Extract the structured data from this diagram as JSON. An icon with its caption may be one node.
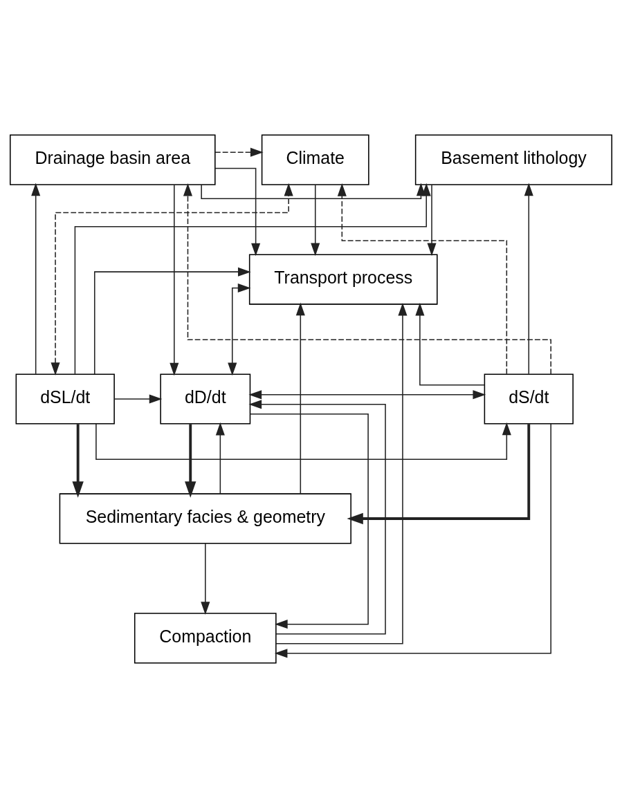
{
  "diagram": {
    "nodes": [
      {
        "text": [
          "Climate"
        ]
      },
      {
        "text": [
          "Basement lithology"
        ]
      },
      {
        "text": [
          "Drainage basin area"
        ]
      },
      {
        "text": [
          "Transport process"
        ]
      },
      {
        "text": [
          "dD/dt"
        ]
      },
      {
        "text": [
          "dS/dt"
        ]
      },
      {
        "text": [
          "dSL/dt"
        ]
      },
      {
        "text": [
          "Sedimentary facies & geometry"
        ]
      },
      {
        "text": [
          "Compaction"
        ]
      }
    ],
    "edges": [
      {
        "from": 6,
        "to": 0,
        "arrow": "both",
        "style": "dashed"
      },
      {
        "from": 2,
        "to": 0,
        "arrow": "to",
        "style": "dashed"
      },
      {
        "from": 2,
        "to": 1,
        "arrow": "to"
      },
      {
        "from": 0,
        "to": 3,
        "arrow": "to"
      },
      {
        "from": 1,
        "to": 3,
        "arrow": "to"
      },
      {
        "from": 5,
        "to": 0,
        "arrow": "to",
        "style": "dashed"
      },
      {
        "from": 2,
        "to": 3,
        "arrow": "to"
      },
      {
        "from": 6,
        "to": 3,
        "arrow": "to"
      },
      {
        "from": 3,
        "to": 4,
        "arrow": "both"
      },
      {
        "from": 5,
        "to": 3,
        "arrow": "to"
      },
      {
        "from": 5,
        "to": 1,
        "arrow": "to"
      },
      {
        "from": 6,
        "to": 1,
        "arrow": "to"
      },
      {
        "from": 5,
        "to": 2,
        "arrow": "to",
        "style": "dashed"
      },
      {
        "from": 6,
        "to": 2,
        "arrow": "to"
      },
      {
        "from": 2,
        "to": 4,
        "arrow": "to"
      },
      {
        "from": 6,
        "to": 4,
        "arrow": "to"
      },
      {
        "from": 4,
        "to": 5,
        "arrow": "both"
      },
      {
        "from": 6,
        "to": 5,
        "arrow": "to"
      },
      {
        "from": 4,
        "to": 7,
        "arrow": "to",
        "style": "thick"
      },
      {
        "from": 5,
        "to": 7,
        "arrow": "to",
        "style": "thick"
      },
      {
        "from": 6,
        "to": 7,
        "arrow": "to",
        "style": "thick"
      },
      {
        "from": 4,
        "to": 8,
        "arrow": "to"
      },
      {
        "from": 5,
        "to": 8,
        "arrow": "to"
      },
      {
        "from": 7,
        "to": 8,
        "arrow": "to"
      },
      {
        "from": 8,
        "to": 4,
        "arrow": "to"
      },
      {
        "from": 8,
        "to": 3,
        "arrow": "to"
      },
      {
        "from": 7,
        "to": 4,
        "arrow": "to"
      },
      {
        "from": 7,
        "to": 3,
        "arrow": "to"
      }
    ]
  }
}
